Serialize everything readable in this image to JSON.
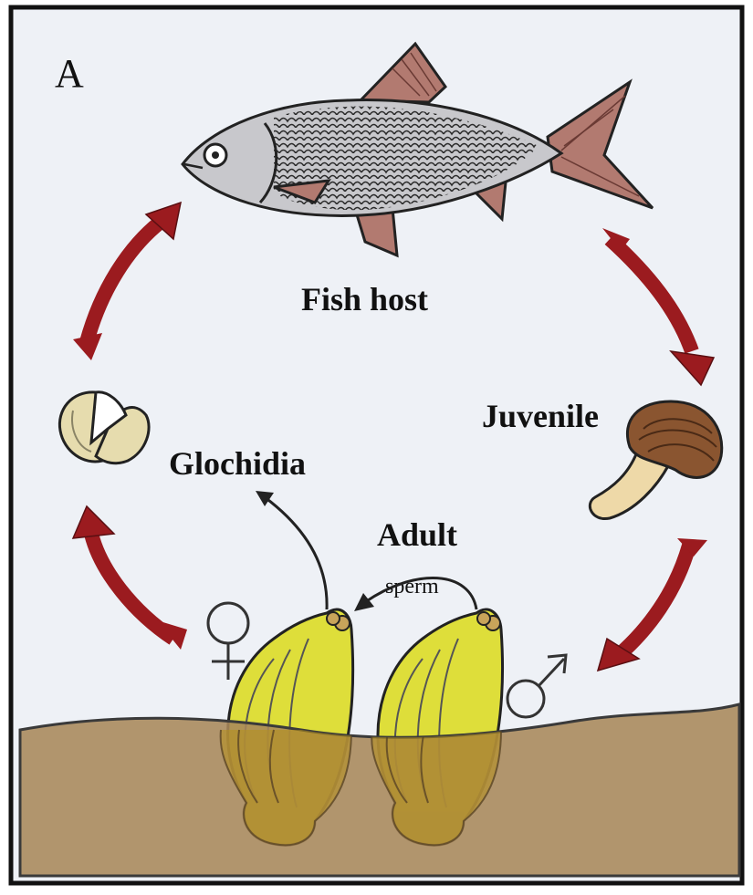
{
  "panel": {
    "letter": "A"
  },
  "labels": {
    "fish_host": "Fish host",
    "juvenile": "Juvenile",
    "glochidia": "Glochidia",
    "adult": "Adult",
    "sperm": "sperm"
  },
  "symbols": {
    "female": "female-symbol",
    "male": "male-symbol"
  },
  "colors": {
    "background": "#eef1f6",
    "cycle_arrow": "#9b1b1f",
    "sediment": "#a9875a",
    "sediment_edge": "#3a3a3a",
    "mussel_shell": "#dede3a",
    "fish_body": "#c8c8cc",
    "fish_fin": "#b27a70",
    "juvenile_shell": "#8a5530",
    "juvenile_foot": "#eed9a8",
    "glochidium_shell": "#e6dcae",
    "symbol": "#333333"
  }
}
